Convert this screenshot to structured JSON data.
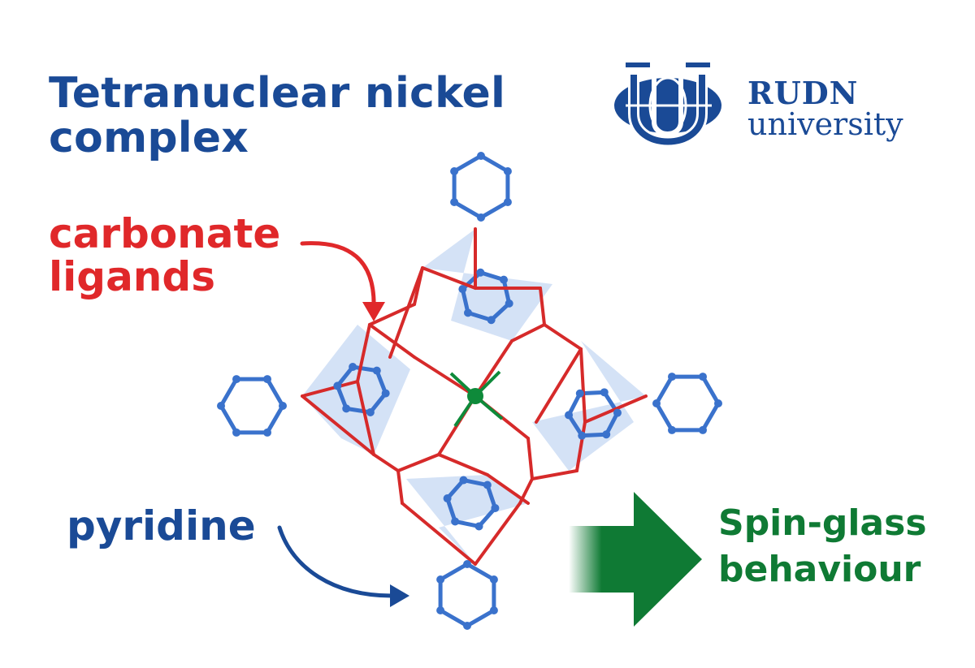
{
  "title_lines": [
    "Tetranuclear nickel",
    "complex"
  ],
  "labels": {
    "carbonate": [
      "carbonate",
      "ligands"
    ],
    "pyridine": "pyridine",
    "spin_glass": [
      "Spin-glass",
      "behaviour"
    ]
  },
  "logo": {
    "line1": "RUDN",
    "line2": "university"
  },
  "colors": {
    "title_blue": "#1a4a96",
    "carbonate_red": "#e0282a",
    "bond_red": "#d62a2a",
    "pyridine_blue": "#3a72cc",
    "nickel_green": "#0e8a3a",
    "arrow_green": "#0f7a34",
    "polyhedron": "#a9c5ee"
  },
  "icons": [
    "rudn-logo-icon",
    "pointer-arrow-icon",
    "result-arrow-icon"
  ]
}
